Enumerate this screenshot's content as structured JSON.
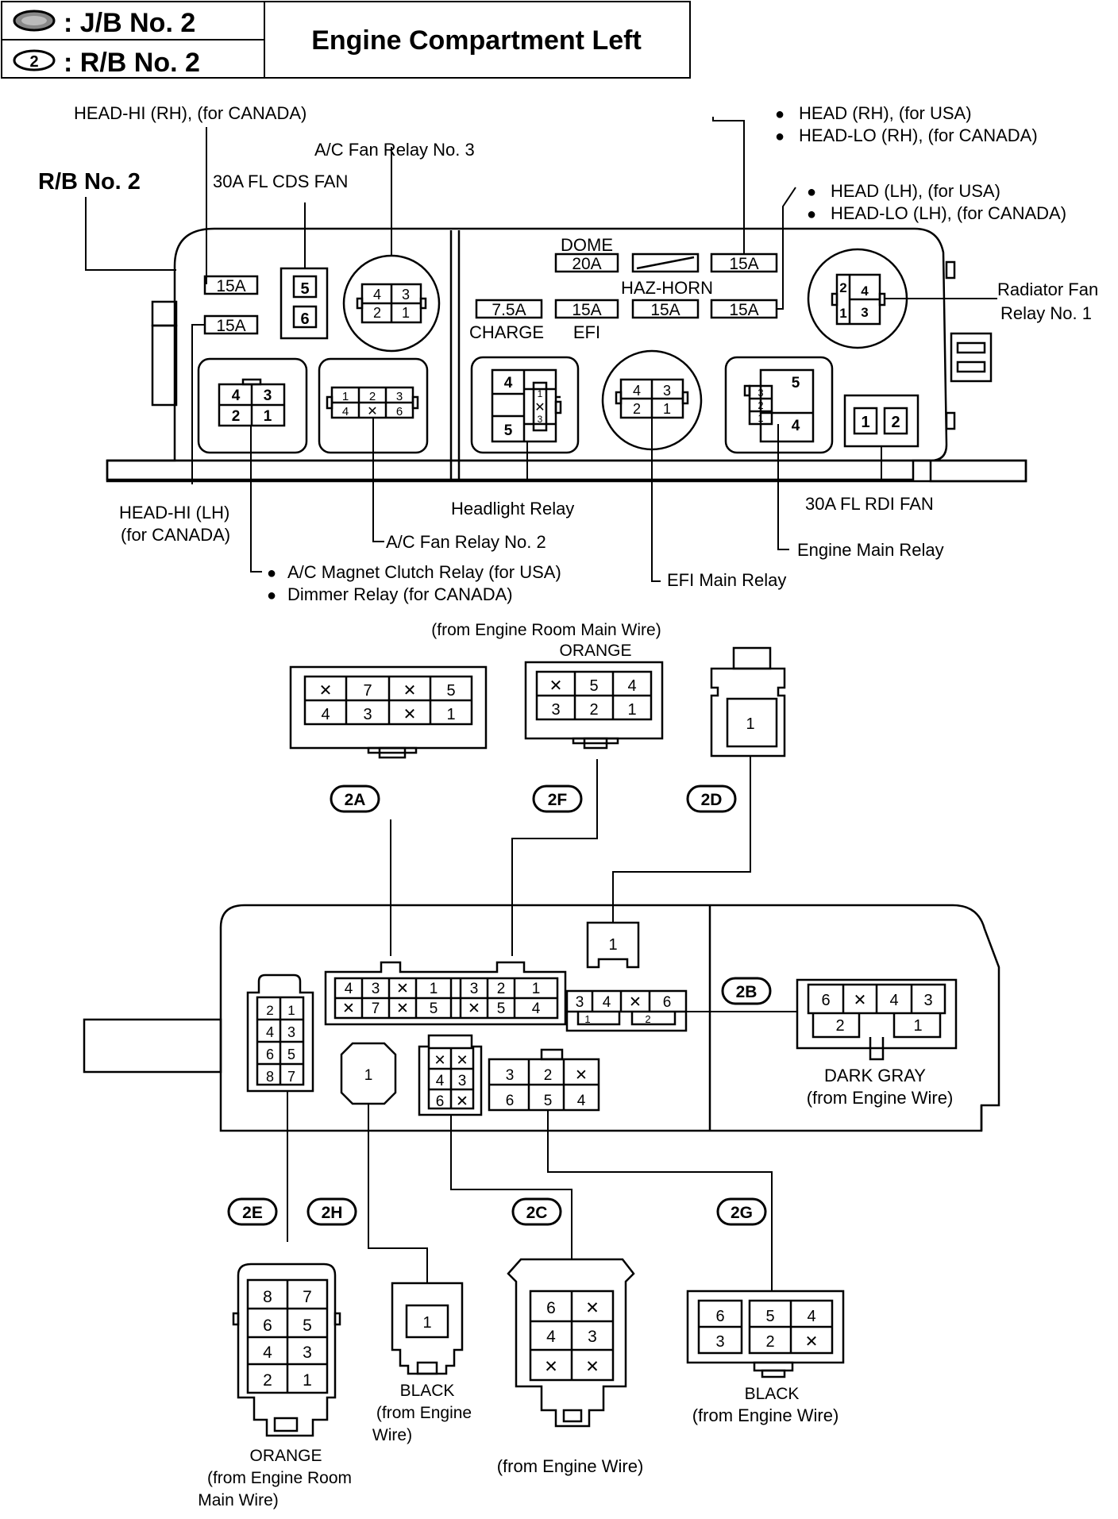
{
  "header": {
    "jb_label": ": J/B No. 2",
    "rb_label": ": R/B No. 2",
    "rb_symbol": "2",
    "title": "Engine Compartment Left"
  },
  "relay_block": {
    "title": "R/B No. 2",
    "labels": {
      "head_hi_rh": "HEAD-HI (RH), (for CANADA)",
      "ac_fan_relay_3": "A/C Fan Relay No. 3",
      "fl_cds_fan": "30A FL CDS FAN",
      "head_rh_usa": "HEAD (RH), (for USA)",
      "head_lo_rh_canada": "HEAD-LO (RH), (for CANADA)",
      "head_lh_usa": "HEAD (LH), (for USA)",
      "head_lo_lh_canada": "HEAD-LO (LH), (for CANADA)",
      "dome": "DOME",
      "haz_horn": "HAZ-HORN",
      "charge": "CHARGE",
      "efi": "EFI",
      "radiator_fan_1": "Radiator Fan",
      "radiator_fan_2": "Relay No. 1",
      "head_hi_lh_1": "HEAD-HI (LH)",
      "head_hi_lh_2": "(for CANADA)",
      "headlight_relay": "Headlight Relay",
      "ac_fan_relay_2": "A/C Fan Relay No. 2",
      "ac_magnet_clutch": "A/C Magnet Clutch Relay (for USA)",
      "dimmer_relay": "Dimmer Relay (for CANADA)",
      "efi_main_relay": "EFI Main Relay",
      "fl_rdi_fan": "30A FL RDI FAN",
      "engine_main_relay": "Engine Main Relay"
    },
    "fuses": {
      "f1": "15A",
      "f2": "15A",
      "dome": "20A",
      "haz1": "15A",
      "charge": "7.5A",
      "efi": "15A",
      "f3": "15A",
      "f4": "15A"
    }
  },
  "connectors": {
    "from_engine_room_main_wire": "(from Engine Room Main Wire)",
    "orange": "ORANGE",
    "dark_gray": "DARK GRAY",
    "from_engine_wire": "(from Engine Wire)",
    "black": "BLACK",
    "from_engine": "(from Engine",
    "wire_paren": "Wire)",
    "from_engine_room": "(from Engine Room",
    "main_wire_paren": "Main Wire)",
    "ids": {
      "a": "2A",
      "f": "2F",
      "d": "2D",
      "b": "2B",
      "e": "2E",
      "h": "2H",
      "c": "2C",
      "g": "2G"
    }
  }
}
